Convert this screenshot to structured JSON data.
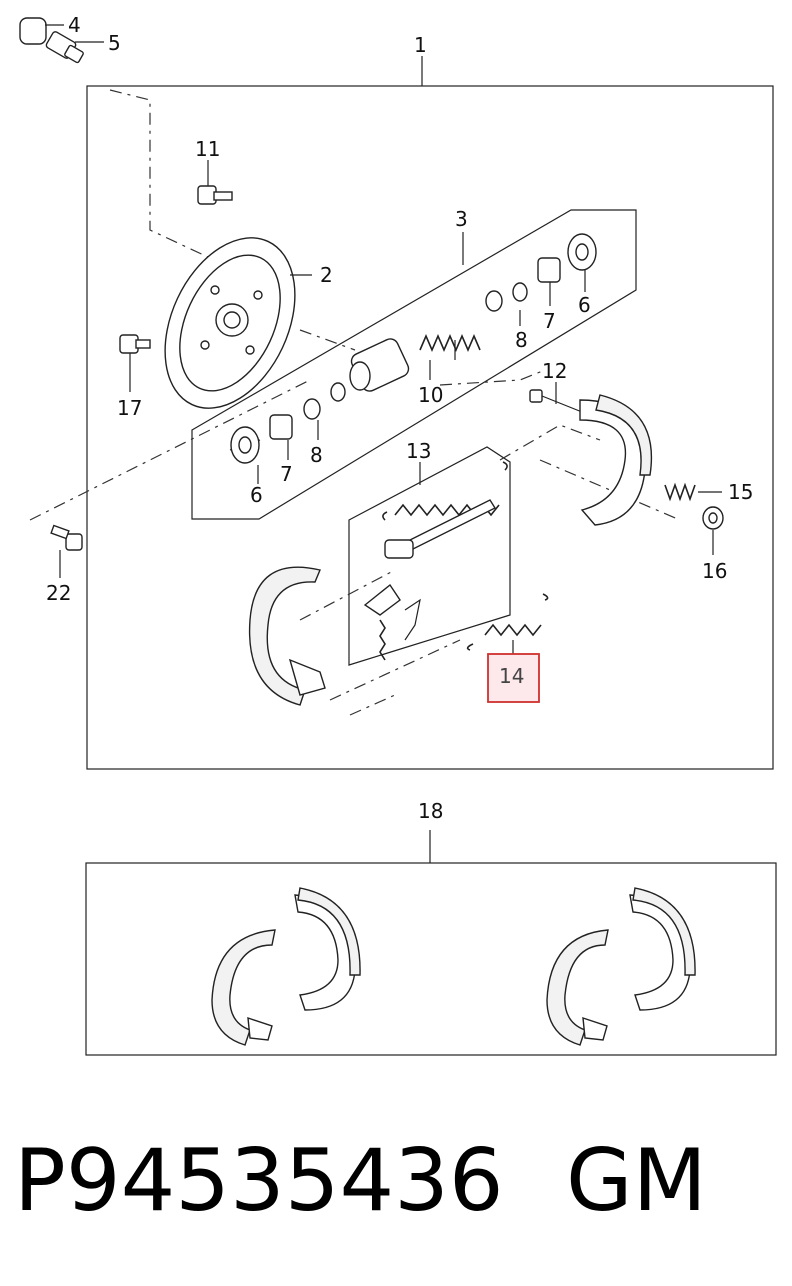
{
  "labels": {
    "l1": "1",
    "l2": "2",
    "l3": "3",
    "l4": "4",
    "l5": "5",
    "l6a": "6",
    "l6b": "6",
    "l7a": "7",
    "l7b": "7",
    "l8a": "8",
    "l8b": "8",
    "l10": "10",
    "l11": "11",
    "l12": "12",
    "l13": "13",
    "l14": "14",
    "l15": "15",
    "l16": "16",
    "l17": "17",
    "l18": "18",
    "l22": "22"
  },
  "highlight": {
    "part": "14",
    "color": "#d0302e"
  },
  "footer": {
    "part_number": "P94535436",
    "brand": "GM"
  }
}
